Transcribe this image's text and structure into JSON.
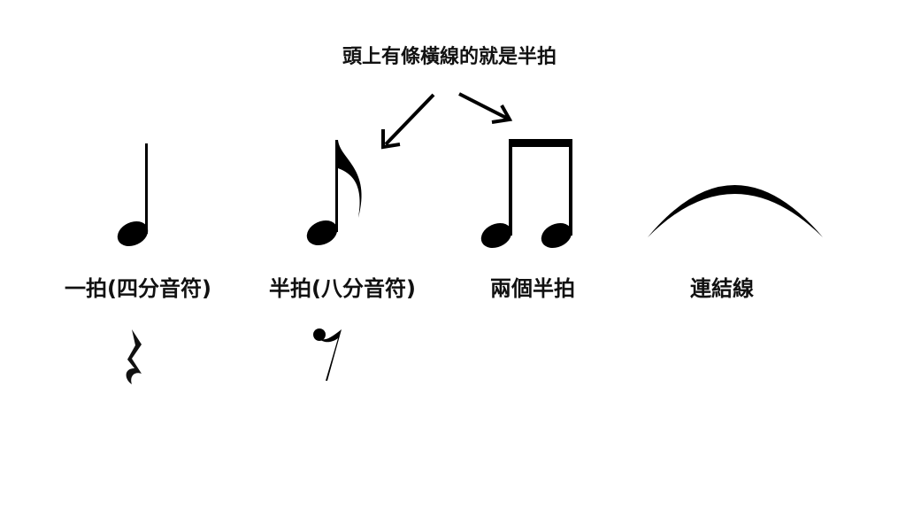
{
  "title": "頭上有條橫線的就是半拍",
  "labels": {
    "quarter": "一拍(四分音符)",
    "eighth": "半拍(八分音符)",
    "two_eighths": "兩個半拍",
    "tie": "連結線"
  },
  "colors": {
    "ink": "#000000",
    "background": "#ffffff"
  }
}
